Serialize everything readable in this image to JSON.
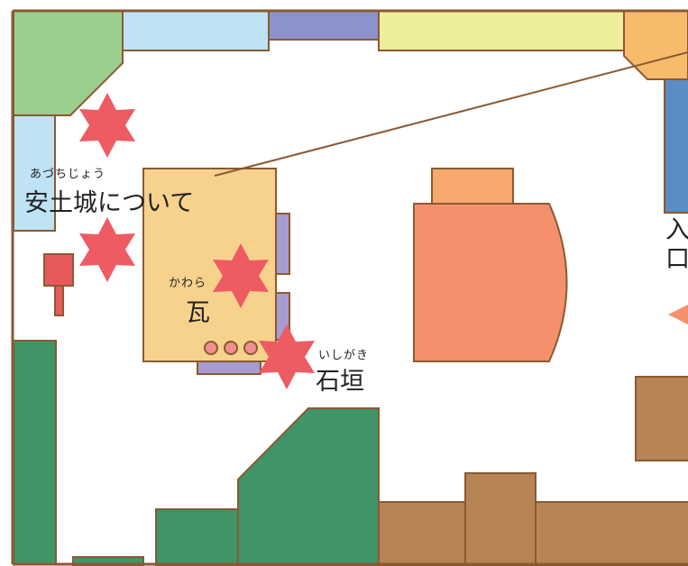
{
  "colors": {
    "outline": "#8a5a32",
    "wall": "#8a5a32",
    "light_green": "#9bcf8e",
    "light_blue": "#bde3f5",
    "purple": "#8c93cc",
    "yellow": "#eeee9a",
    "orange": "#f8bb6c",
    "blue": "#5b8dc4",
    "sand": "#f6d28d",
    "lavender": "#a89bd0",
    "salmon": "#f4916c",
    "peach": "#f7a86c",
    "dark_green": "#3f9468",
    "brown": "#b78456",
    "star": "#ee5b63",
    "dot": "#ef8f8f",
    "red_post": "#e85a5a"
  },
  "labels": {
    "azuchi_ruby": "あづちじょう",
    "azuchi_title": "安土城について",
    "kawara_ruby": "かわら",
    "kawara": "瓦",
    "ishigaki_ruby": "いしがき",
    "ishigaki": "石垣",
    "entrance_line1": "入",
    "entrance_line2": "口"
  },
  "icons": {
    "star": "red-star-marker-icon",
    "arrow": "entrance-arrow-icon"
  }
}
